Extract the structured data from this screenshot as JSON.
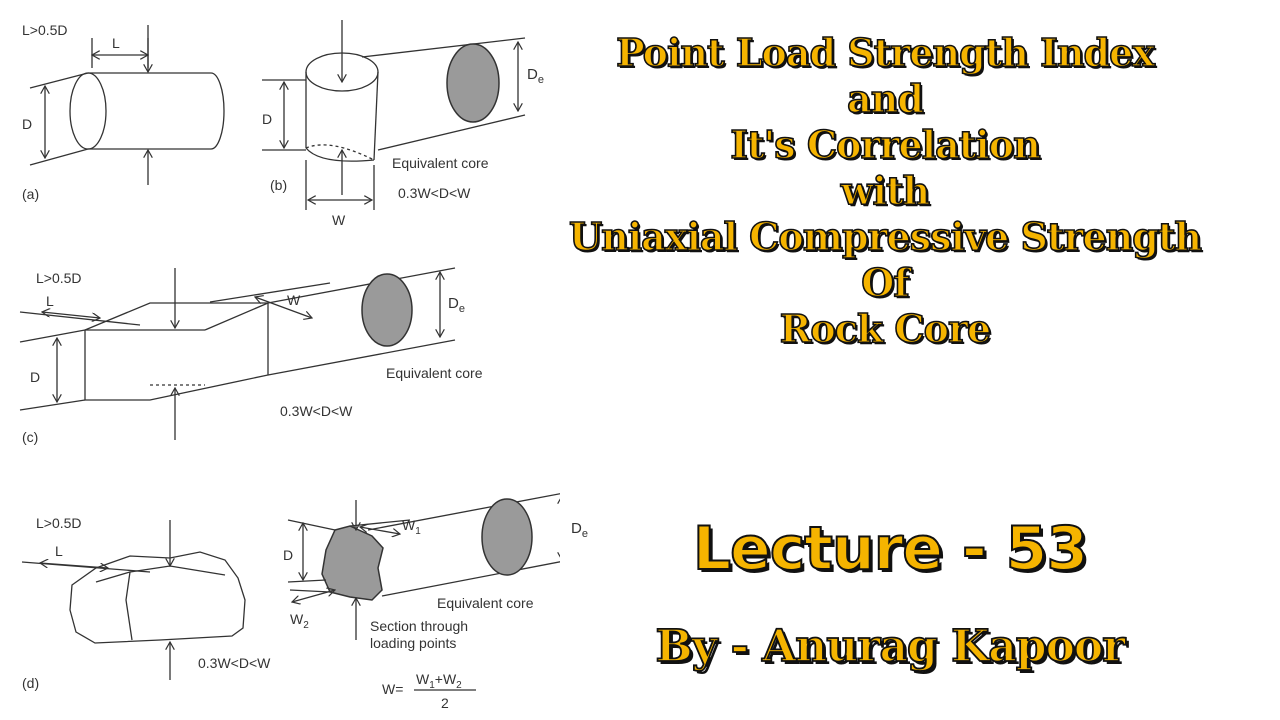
{
  "title": {
    "lines": [
      "Point Load Strength Index",
      "and",
      "It's Correlation",
      "with",
      "Uniaxial Compressive Strength",
      "Of",
      "Rock Core"
    ]
  },
  "lecture": "Lecture - 53",
  "author": "By - Anurag Kapoor",
  "diagram": {
    "a": {
      "tag": "(a)",
      "cond": "L>0.5D",
      "L": "L",
      "D": "D"
    },
    "b": {
      "tag": "(b)",
      "D": "D",
      "W": "W",
      "De": "D",
      "De_sub": "e",
      "equiv": "Equivalent core",
      "cond": "0.3W<D<W"
    },
    "c": {
      "tag": "(c)",
      "cond": "L>0.5D",
      "L": "L",
      "W": "W",
      "D": "D",
      "De": "D",
      "De_sub": "e",
      "equiv": "Equivalent core",
      "range": "0.3W<D<W"
    },
    "d": {
      "tag": "(d)",
      "cond": "L>0.5D",
      "L": "L",
      "range": "0.3W<D<W",
      "D": "D",
      "W1": "W",
      "W1_sub": "1",
      "W2": "W",
      "W2_sub": "2",
      "De": "D",
      "De_sub": "e",
      "equiv": "Equivalent core",
      "section_1": "Section through",
      "section_2": "loading points",
      "formula_lhs": "W=",
      "formula_num": "W",
      "formula_num_sub1": "1",
      "formula_num_plus": "+W",
      "formula_num_sub2": "2",
      "formula_den": "2"
    },
    "colors": {
      "shade": "#9a9a9a",
      "line": "#333333",
      "title_fill": "#f5b400",
      "outline": "#111111"
    }
  }
}
